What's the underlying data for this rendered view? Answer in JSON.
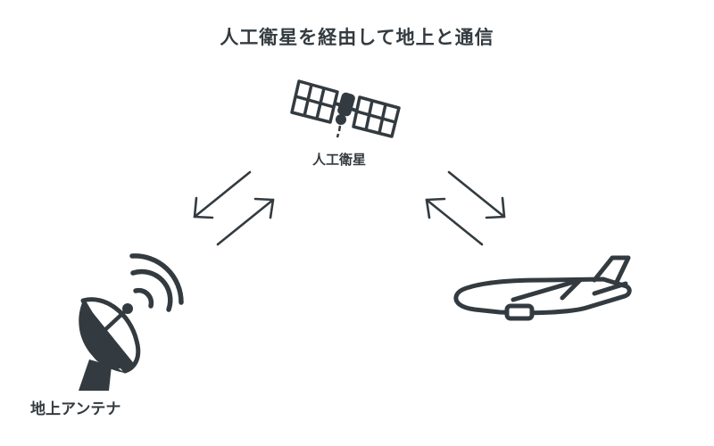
{
  "title": "人工衛星を経由して地上と通信",
  "nodes": {
    "satellite": {
      "label": "人工衛星",
      "icon": "satellite-icon"
    },
    "ground_antenna": {
      "label": "地上アンテナ",
      "icon": "satellite-dish-icon"
    },
    "airplane": {
      "icon": "airplane-icon"
    }
  },
  "colors": {
    "ink": "#333b40",
    "background": "#ffffff"
  }
}
